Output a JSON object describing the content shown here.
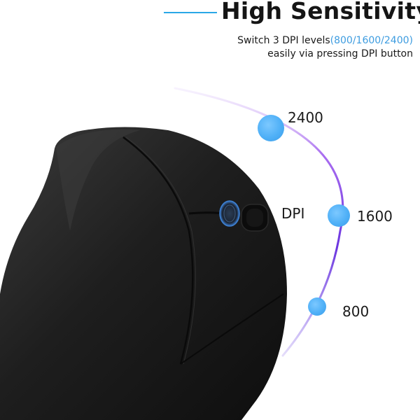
{
  "headline": "High Sensitivity",
  "subline": {
    "prefix": "Switch 3 DPI levels",
    "levels": "(800/1600/2400)",
    "line2": "easily via pressing DPI button"
  },
  "dpi_label": "DPI",
  "levels": [
    {
      "value": "2400"
    },
    {
      "value": "1600"
    },
    {
      "value": "800"
    }
  ],
  "colors": {
    "accent": "#3d9ce0",
    "dot": "#4fb0f7",
    "arc_start": "#c9a4f5",
    "arc_mid": "#7a3ee0",
    "arc_end": "#5a30d8",
    "mouse_body": "#1c1c1c"
  },
  "icons": [
    "dpi-button-icon",
    "scroll-wheel-icon"
  ]
}
